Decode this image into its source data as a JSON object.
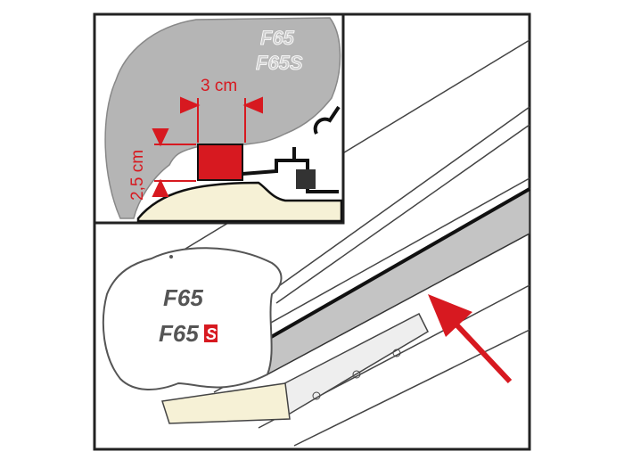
{
  "inset": {
    "width_label": "3 cm",
    "height_label": "2,5 cm",
    "logo_f65": "F65",
    "logo_f65s": "F65S"
  },
  "main": {
    "logo_f65": "F65",
    "logo_f65s_prefix": "F65",
    "logo_f65s_suffix": "S"
  },
  "colors": {
    "accent_red": "#d71920",
    "awning_grey": "#b5b5b5",
    "roof_cream": "#f6f1d6",
    "rail_grey": "#bdbdbd"
  }
}
